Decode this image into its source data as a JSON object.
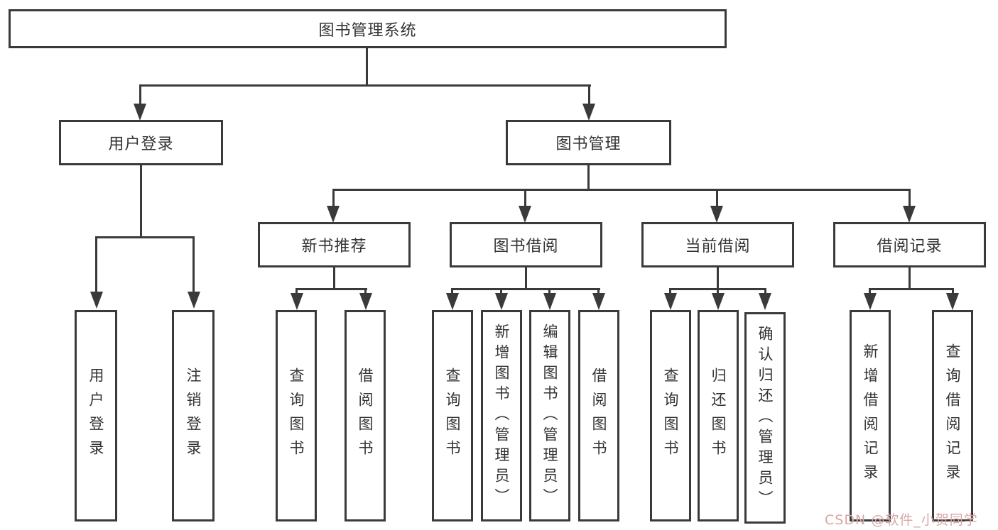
{
  "colors": {
    "line": "#3a3a3a",
    "text": "#333333",
    "watermark": "#d9a7a7",
    "background": "#ffffff"
  },
  "diagram": {
    "root": {
      "label": "图书管理系统"
    },
    "branches": [
      {
        "label": "用户登录",
        "children": [
          {
            "label": "用户登录"
          },
          {
            "label": "注销登录"
          }
        ]
      },
      {
        "label": "图书管理",
        "children": [
          {
            "label": "新书推荐",
            "children": [
              {
                "label": "查询图书"
              },
              {
                "label": "借阅图书"
              }
            ]
          },
          {
            "label": "图书借阅",
            "children": [
              {
                "label": "查询图书"
              },
              {
                "label": "新增图书（管理员）"
              },
              {
                "label": "编辑图书（管理员）"
              },
              {
                "label": "借阅图书"
              }
            ]
          },
          {
            "label": "当前借阅",
            "children": [
              {
                "label": "查询图书"
              },
              {
                "label": "归还图书"
              },
              {
                "label": "确认归还（管理员）"
              }
            ]
          },
          {
            "label": "借阅记录",
            "children": [
              {
                "label": "新增借阅记录"
              },
              {
                "label": "查询借阅记录"
              }
            ]
          }
        ]
      }
    ]
  },
  "watermark": {
    "text": "CSDN @软件_小贺同学"
  }
}
